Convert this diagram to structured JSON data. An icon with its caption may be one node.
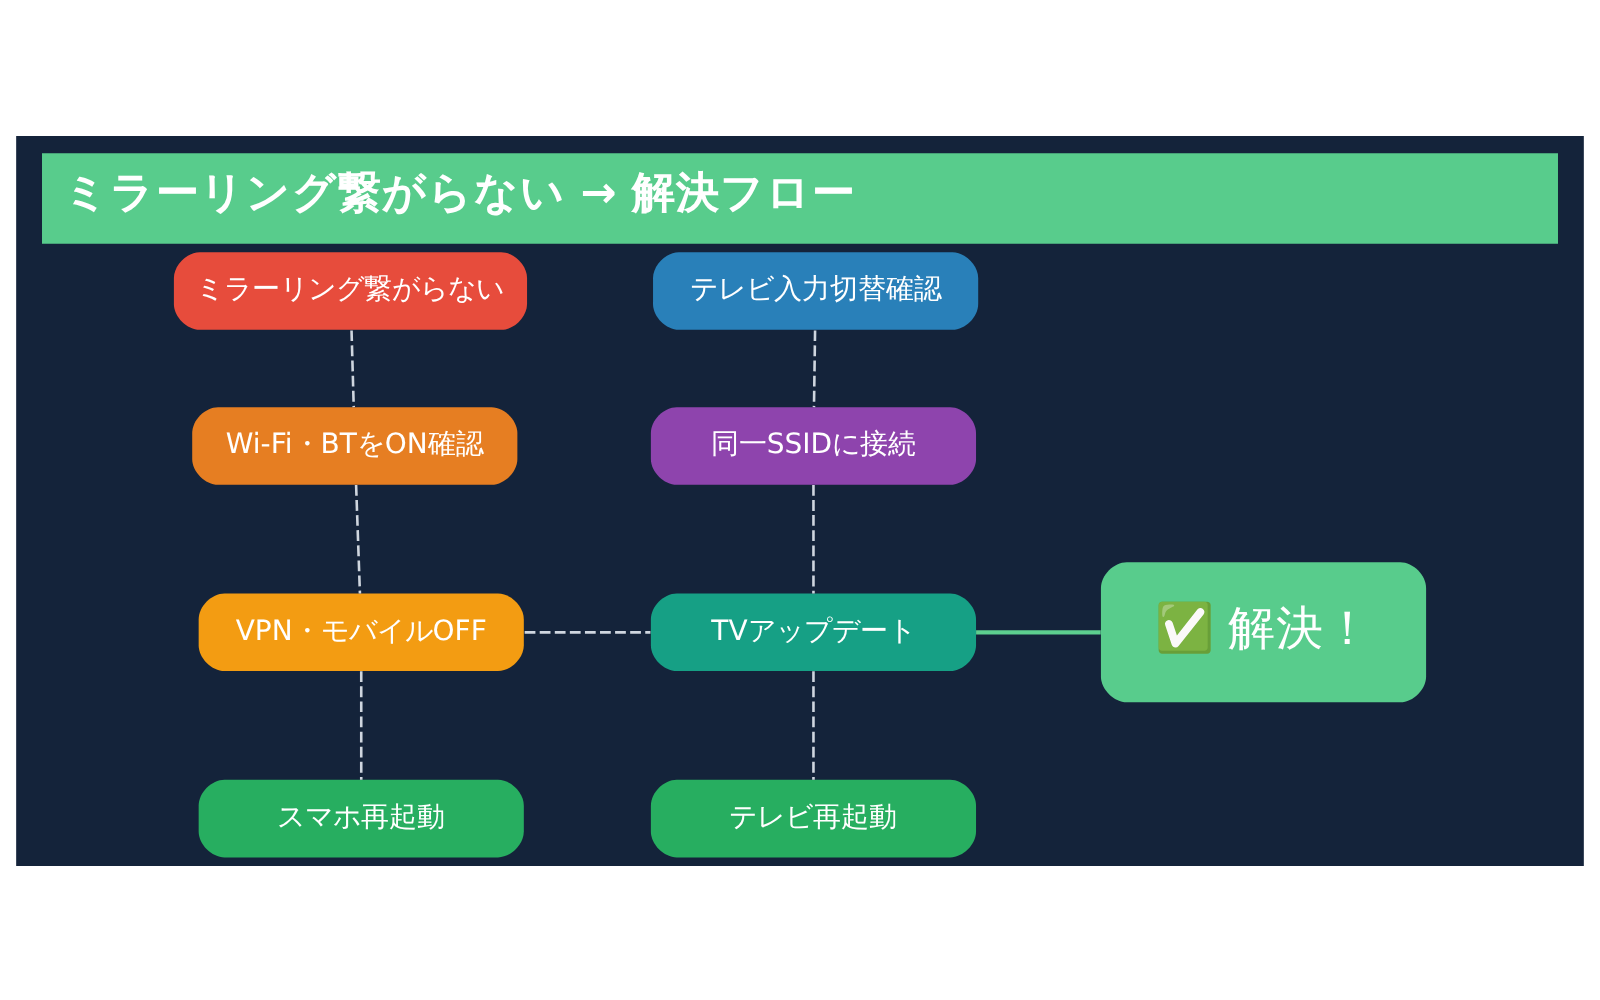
{
  "diagram": {
    "title": "ミラーリング繋がらない → 解決フロー",
    "nodes": [
      {
        "text": [
          "ミラーリング繋がらない"
        ]
      },
      {
        "text": [
          "テレビ入力切替確認"
        ]
      },
      {
        "text": [
          "Wi-Fi・BTをON確認"
        ]
      },
      {
        "text": [
          "同一SSIDに接続"
        ]
      },
      {
        "text": [
          "VPN・モバイルOFF"
        ]
      },
      {
        "text": [
          "TVアップデート"
        ]
      },
      {
        "text": [
          "✅ 解決！"
        ]
      },
      {
        "text": [
          "スマホ再起動"
        ]
      },
      {
        "text": [
          "テレビ再起動"
        ]
      }
    ],
    "edges": [
      {
        "from": 0,
        "to": 2,
        "arrow": "none",
        "style": "dashed"
      },
      {
        "from": 2,
        "to": 4,
        "arrow": "none",
        "style": "dashed"
      },
      {
        "from": 4,
        "to": 7,
        "arrow": "none",
        "style": "dashed"
      },
      {
        "from": 1,
        "to": 3,
        "arrow": "none",
        "style": "dashed"
      },
      {
        "from": 3,
        "to": 5,
        "arrow": "none",
        "style": "dashed"
      },
      {
        "from": 5,
        "to": 8,
        "arrow": "none",
        "style": "dashed"
      },
      {
        "from": 4,
        "to": 5,
        "arrow": "none",
        "style": "dashed"
      },
      {
        "from": 5,
        "to": 6,
        "arrow": "none",
        "color": "#5dcf8f"
      }
    ]
  }
}
